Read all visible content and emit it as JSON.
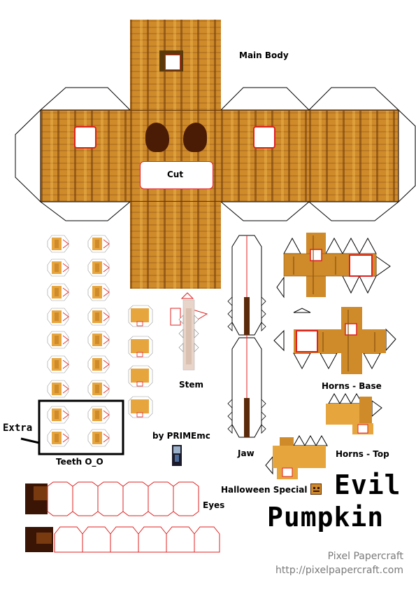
{
  "labels": {
    "main_body": "Main Body",
    "cut": "Cut",
    "stem": "Stem",
    "jaw": "Jaw",
    "horns_base": "Horns - Base",
    "horns_top": "Horns - Top",
    "eyes": "Eyes",
    "teeth": "Teeth O_O",
    "extra": "Extra",
    "author": "by PRIMEmc",
    "halloween": "Halloween Special"
  },
  "title": {
    "line1": "Evil",
    "line2": "Pumpkin"
  },
  "footer": {
    "brand": "Pixel Papercraft",
    "url": "http://pixelpapercraft.com"
  },
  "colors": {
    "pumpkin": "#cf8a2a",
    "pumpkin_light": "#e7a53e",
    "dark_brown": "#5a2a0a",
    "cut_line": "#e02020"
  }
}
